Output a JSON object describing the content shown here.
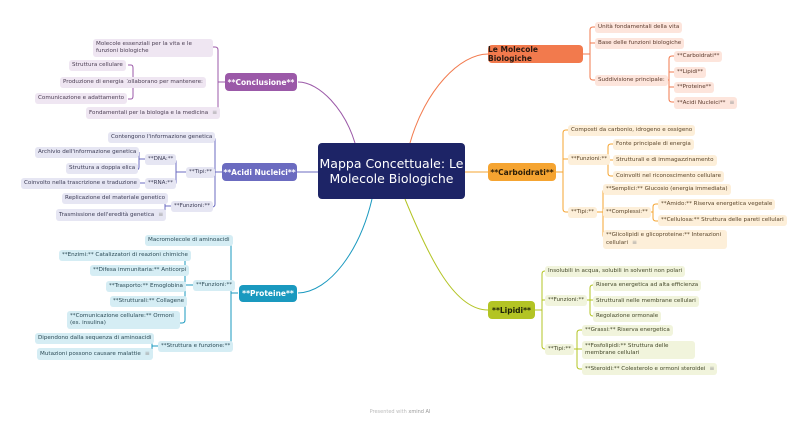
{
  "colors": {
    "central": "#1d2466",
    "conclusione": "#9b59a8",
    "acidi": "#6b6bc0",
    "proteine": "#1a99bf",
    "molecole": "#f27a4d",
    "carboidrati": "#f5a431",
    "lipidi": "#b3c424"
  },
  "central": {
    "title": "Mappa Concettuale: Le Molecole Biologiche"
  },
  "conclusione": {
    "label": "**Conclusione**",
    "items": [
      "Molecole essenziali per la vita e le funzioni biologiche",
      "Collaborano per mantenere:",
      "Fondamentali per la biologia e la medicina"
    ],
    "collaborano": [
      "Struttura cellulare",
      "Produzione di energia",
      "Comunicazione e adattamento"
    ]
  },
  "acidi": {
    "label": "**Acidi Nucleici**",
    "contengono": "Contengono l'informazione genetica",
    "tipi": "**Tipi:**",
    "dna": "**DNA:**",
    "dna_items": [
      "Archivio dell'informazione genetica",
      "Struttura a doppia elica"
    ],
    "rna": "**RNA:**",
    "rna_items": [
      "Coinvolto nella trascrizione e traduzione"
    ],
    "funzioni": "**Funzioni:**",
    "funzioni_items": [
      "Replicazione del materiale genetico",
      "Trasmissione dell'eredità genetica"
    ]
  },
  "proteine": {
    "label": "**Proteine**",
    "macro": "Macromolecole di aminoacidi",
    "funzioni": "**Funzioni:**",
    "funzioni_items": [
      "**Enzimi:** Catalizzatori di reazioni chimiche",
      "**Difesa immunitaria:** Anticorpi",
      "**Trasporto:** Emoglobina",
      "**Strutturali:** Collagene",
      "**Comunicazione cellulare:** Ormoni (es. insulina)"
    ],
    "struttura": "**Struttura e funzione:**",
    "struttura_items": [
      "Dipendono dalla sequenza di aminoacidi",
      "Mutazioni possono causare malattie"
    ]
  },
  "molecole": {
    "label": "Le Molecole Biologiche",
    "items": [
      "Unità fondamentali della vita",
      "Base delle funzioni biologiche",
      "Suddivisione principale:"
    ],
    "suddivisione": [
      "**Carboidrati**",
      "**Lipidi**",
      "**Proteine**",
      "**Acidi Nucleici**"
    ]
  },
  "carboidrati": {
    "label": "**Carboidrati**",
    "composti": "Composti da carbonio, idrogeno e ossigeno",
    "funzioni": "**Funzioni:**",
    "funzioni_items": [
      "Fonte principale di energia",
      "Strutturali e di immagazzinamento",
      "Coinvolti nel riconoscimento cellulare"
    ],
    "tipi": "**Tipi:**",
    "semplici": "**Semplici:** Glucosio (energia immediata)",
    "complessi": "**Complessi:**",
    "complessi_items": [
      "**Amido:** Riserva energetica vegetale",
      "**Cellulosa:** Struttura delle pareti cellulari"
    ],
    "glico": "**Glicolipidi e glicoproteine:** Interazioni cellulari"
  },
  "lipidi": {
    "label": "**Lipidi**",
    "insolubili": "Insolubili in acqua, solubili in solventi non polari",
    "funzioni": "**Funzioni:**",
    "funzioni_items": [
      "Riserva energetica ad alta efficienza",
      "Strutturali nelle membrane cellulari",
      "Regolazione ormonale"
    ],
    "tipi": "**Tipi:**",
    "tipi_items": [
      "**Grassi:** Riserva energetica",
      "**Fosfolipidi:** Struttura delle membrane cellulari",
      "**Steroidi:** Colesterolo e ormoni steroidei"
    ]
  },
  "footer": {
    "prefix": "Presented with ",
    "brand": "xmind AI"
  }
}
